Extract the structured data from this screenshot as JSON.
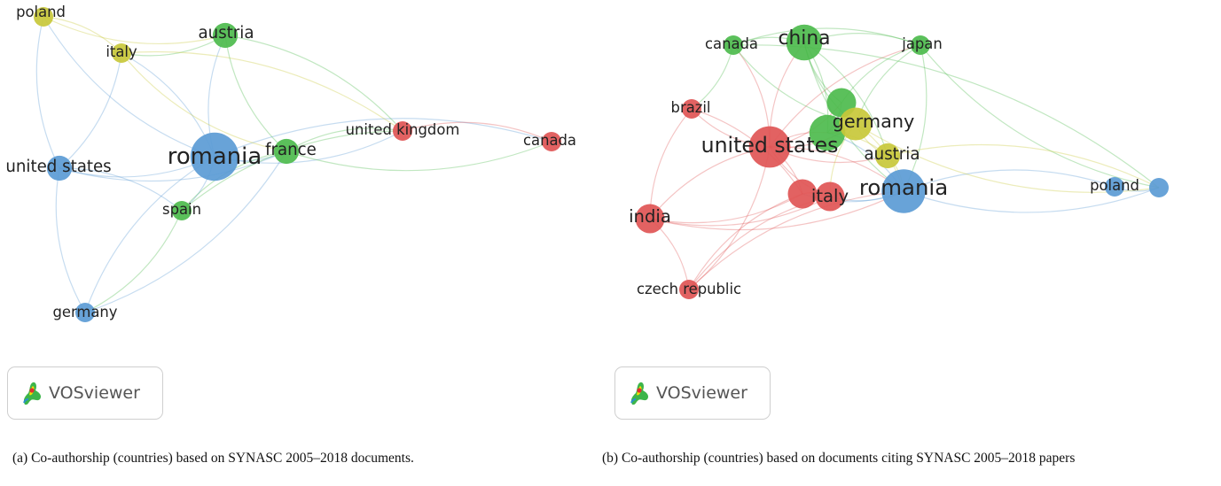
{
  "panel_a": {
    "caption": "(a) Co-authorship (countries) based on SYNASC 2005–2018 documents.",
    "logo_label": "VOSviewer",
    "clusters": {
      "blue": "#5b9bd5",
      "green": "#4dbb4d",
      "yellow": "#c8c83a",
      "red": "#e05555"
    },
    "nodes": [
      {
        "id": "romania",
        "label": "romania",
        "cluster": "blue",
        "weight": 10
      },
      {
        "id": "united_states",
        "label": "united states",
        "cluster": "blue",
        "weight": 2
      },
      {
        "id": "germany",
        "label": "germany",
        "cluster": "blue",
        "weight": 1
      },
      {
        "id": "austria",
        "label": "austria",
        "cluster": "green",
        "weight": 2
      },
      {
        "id": "france",
        "label": "france",
        "cluster": "green",
        "weight": 2
      },
      {
        "id": "spain",
        "label": "spain",
        "cluster": "green",
        "weight": 1
      },
      {
        "id": "poland",
        "label": "poland",
        "cluster": "yellow",
        "weight": 1
      },
      {
        "id": "italy",
        "label": "italy",
        "cluster": "yellow",
        "weight": 1
      },
      {
        "id": "united_kingdom",
        "label": "united kingdom",
        "cluster": "red",
        "weight": 1
      },
      {
        "id": "canada",
        "label": "canada",
        "cluster": "red",
        "weight": 1
      }
    ],
    "links": [
      [
        "romania",
        "united_states"
      ],
      [
        "romania",
        "germany"
      ],
      [
        "romania",
        "austria"
      ],
      [
        "romania",
        "france"
      ],
      [
        "romania",
        "spain"
      ],
      [
        "romania",
        "italy"
      ],
      [
        "romania",
        "poland"
      ],
      [
        "romania",
        "united_kingdom"
      ],
      [
        "romania",
        "canada"
      ],
      [
        "united_states",
        "germany"
      ],
      [
        "united_states",
        "poland"
      ],
      [
        "united_states",
        "italy"
      ],
      [
        "united_states",
        "spain"
      ],
      [
        "united_states",
        "france"
      ],
      [
        "austria",
        "italy"
      ],
      [
        "austria",
        "france"
      ],
      [
        "austria",
        "united_kingdom"
      ],
      [
        "france",
        "spain"
      ],
      [
        "france",
        "united_kingdom"
      ],
      [
        "france",
        "canada"
      ],
      [
        "spain",
        "germany"
      ],
      [
        "italy",
        "poland"
      ],
      [
        "italy",
        "united_kingdom"
      ],
      [
        "italy",
        "france"
      ],
      [
        "united_kingdom",
        "canada"
      ],
      [
        "germany",
        "france"
      ],
      [
        "spain",
        "united_kingdom"
      ],
      [
        "poland",
        "austria"
      ]
    ]
  },
  "panel_b": {
    "caption": "(b) Co-authorship (countries) based on documents citing SYNASC 2005–2018 papers",
    "logo_label": "VOSviewer",
    "clusters": {
      "blue": "#5b9bd5",
      "green": "#4dbb4d",
      "yellow": "#c8c83a",
      "red": "#e05555"
    },
    "nodes": [
      {
        "id": "romania",
        "label": "romania",
        "cluster": "blue",
        "weight": 8
      },
      {
        "id": "poland",
        "label": "poland",
        "cluster": "blue",
        "weight": 1
      },
      {
        "id": "poland_node2",
        "label": "",
        "cluster": "blue",
        "weight": 1
      },
      {
        "id": "china",
        "label": "china",
        "cluster": "green",
        "weight": 5
      },
      {
        "id": "canada",
        "label": "canada",
        "cluster": "green",
        "weight": 1
      },
      {
        "id": "japan",
        "label": "japan",
        "cluster": "green",
        "weight": 1
      },
      {
        "id": "green_mid",
        "label": "",
        "cluster": "green",
        "weight": 3
      },
      {
        "id": "green_center",
        "label": "",
        "cluster": "green",
        "weight": 5
      },
      {
        "id": "germany",
        "label": "germany",
        "cluster": "yellow",
        "weight": 4
      },
      {
        "id": "austria",
        "label": "austria",
        "cluster": "yellow",
        "weight": 2
      },
      {
        "id": "united_states",
        "label": "united states",
        "cluster": "red",
        "weight": 7
      },
      {
        "id": "italy",
        "label": "italy",
        "cluster": "red",
        "weight": 3
      },
      {
        "id": "red_small",
        "label": "",
        "cluster": "red",
        "weight": 3
      },
      {
        "id": "brazil",
        "label": "brazil",
        "cluster": "red",
        "weight": 1
      },
      {
        "id": "india",
        "label": "india",
        "cluster": "red",
        "weight": 3
      },
      {
        "id": "czech_republic",
        "label": "czech republic",
        "cluster": "red",
        "weight": 1
      }
    ],
    "links": [
      [
        "united_states",
        "china"
      ],
      [
        "united_states",
        "canada"
      ],
      [
        "united_states",
        "japan"
      ],
      [
        "united_states",
        "germany"
      ],
      [
        "united_states",
        "romania"
      ],
      [
        "united_states",
        "italy"
      ],
      [
        "united_states",
        "brazil"
      ],
      [
        "united_states",
        "india"
      ],
      [
        "united_states",
        "czech_republic"
      ],
      [
        "united_states",
        "austria"
      ],
      [
        "united_states",
        "green_center"
      ],
      [
        "united_states",
        "green_mid"
      ],
      [
        "united_states",
        "red_small"
      ],
      [
        "china",
        "canada"
      ],
      [
        "china",
        "japan"
      ],
      [
        "china",
        "germany"
      ],
      [
        "china",
        "green_center"
      ],
      [
        "china",
        "green_mid"
      ],
      [
        "china",
        "austria"
      ],
      [
        "china",
        "romania"
      ],
      [
        "canada",
        "japan"
      ],
      [
        "canada",
        "germany"
      ],
      [
        "canada",
        "brazil"
      ],
      [
        "japan",
        "germany"
      ],
      [
        "japan",
        "romania"
      ],
      [
        "japan",
        "poland_node2"
      ],
      [
        "germany",
        "romania"
      ],
      [
        "germany",
        "austria"
      ],
      [
        "germany",
        "green_center"
      ],
      [
        "germany",
        "italy"
      ],
      [
        "austria",
        "romania"
      ],
      [
        "austria",
        "green_center"
      ],
      [
        "romania",
        "poland"
      ],
      [
        "romania",
        "poland_node2"
      ],
      [
        "romania",
        "italy"
      ],
      [
        "romania",
        "green_center"
      ],
      [
        "romania",
        "red_small"
      ],
      [
        "italy",
        "red_small"
      ],
      [
        "italy",
        "india"
      ],
      [
        "italy",
        "czech_republic"
      ],
      [
        "red_small",
        "india"
      ],
      [
        "red_small",
        "czech_republic"
      ],
      [
        "india",
        "czech_republic"
      ],
      [
        "brazil",
        "india"
      ],
      [
        "brazil",
        "red_small"
      ],
      [
        "green_center",
        "green_mid"
      ],
      [
        "green_mid",
        "japan"
      ],
      [
        "poland",
        "poland_node2"
      ],
      [
        "czech_republic",
        "romania"
      ],
      [
        "india",
        "romania"
      ],
      [
        "canada",
        "poland_node2"
      ],
      [
        "germany",
        "poland_node2"
      ],
      [
        "austria",
        "poland_node2"
      ]
    ]
  }
}
